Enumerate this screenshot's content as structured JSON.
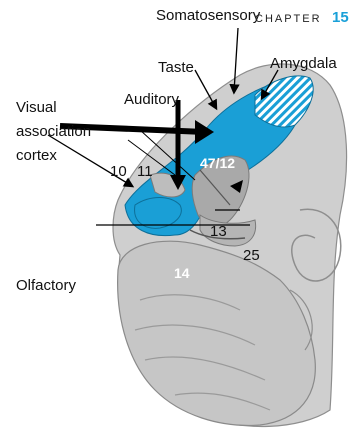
{
  "header": {
    "chapter_word": "CHAPTER",
    "chapter_number": "15"
  },
  "labels": {
    "somatosensory": "Somatosensory",
    "taste": "Taste",
    "amygdala": "Amygdala",
    "auditory": "Auditory",
    "visual_line1": "Visual",
    "visual_line2": "association",
    "visual_line3": "cortex",
    "olfactory": "Olfactory"
  },
  "areas": {
    "a10": "10",
    "a11": "11",
    "a47_12": "47/12",
    "a13": "13",
    "a25": "25",
    "a14": "14"
  },
  "colors": {
    "highlight_blue": "#1a9fd6",
    "brain_gray": "#c9c9c9",
    "brain_dark": "#9a9a9a",
    "arrow": "#000000",
    "chapter_accent": "#1aa0d8"
  }
}
